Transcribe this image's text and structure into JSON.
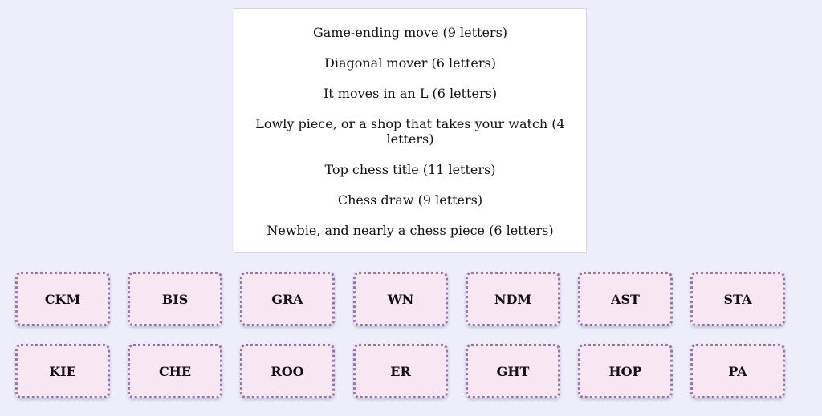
{
  "clues": [
    "Game-ending move (9 letters)",
    "Diagonal mover (6 letters)",
    "It moves in an L (6 letters)",
    "Lowly piece, or a shop that takes your watch (4 letters)",
    "Top chess title (11 letters)",
    "Chess draw (9 letters)",
    "Newbie, and nearly a chess piece (6 letters)"
  ],
  "tiles": [
    [
      "CKM",
      "BIS",
      "GRA",
      "WN",
      "NDM",
      "AST",
      "STA"
    ],
    [
      "KIE",
      "CHE",
      "ROO",
      "ER",
      "GHT",
      "HOP",
      "PA"
    ]
  ]
}
